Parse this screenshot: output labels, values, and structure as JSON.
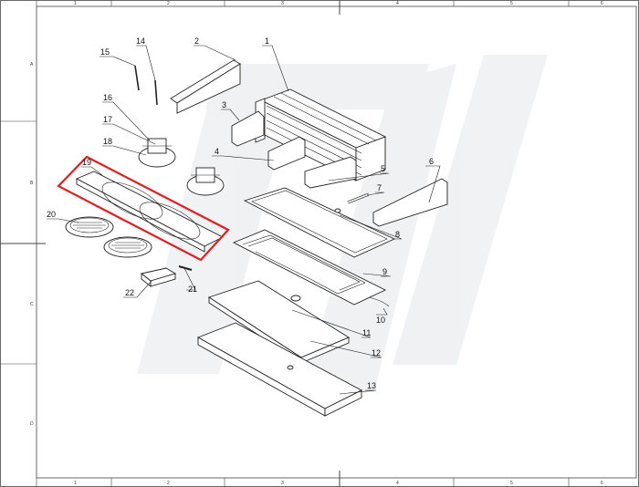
{
  "grid": {
    "columns": [
      "1",
      "2",
      "3",
      "4",
      "5",
      "6"
    ],
    "rows": [
      "A",
      "B",
      "C",
      "D"
    ]
  },
  "callouts": [
    "1",
    "2",
    "3",
    "4",
    "5",
    "6",
    "7",
    "8",
    "9",
    "10",
    "11",
    "12",
    "13",
    "14",
    "15",
    "16",
    "17",
    "18",
    "19",
    "20",
    "21",
    "22"
  ],
  "highlight": {
    "part": "19",
    "color": "#e02020"
  },
  "colors": {
    "line": "#222222",
    "watermark": "#e9ecef"
  }
}
